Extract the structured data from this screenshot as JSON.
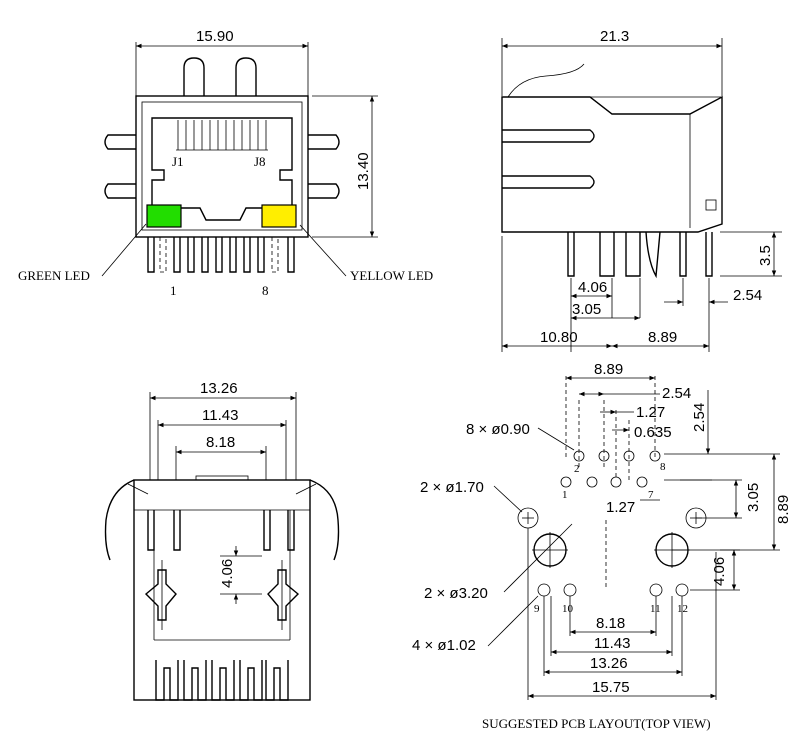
{
  "front_view": {
    "dim_width": "15.90",
    "dim_height": "13.40",
    "port_label_left": "J1",
    "port_label_right": "J8",
    "pin_left": "1",
    "pin_right": "8",
    "green_led_label": "GREEN LED",
    "yellow_led_label": "YELLOW LED",
    "green_led_color": "#22dd00",
    "yellow_led_color": "#ffee00"
  },
  "side_view": {
    "dim_length": "21.3",
    "dim_pin_height": "3.5",
    "dim_a": "4.06",
    "dim_b": "3.05",
    "dim_c": "2.54",
    "dim_d": "10.80",
    "dim_e": "8.89"
  },
  "bottom_view": {
    "dim_1": "13.26",
    "dim_2": "11.43",
    "dim_3": "8.18",
    "dim_4": "4.06"
  },
  "pcb_layout": {
    "dim_top": "8.89",
    "dim_254_h": "2.54",
    "dim_127_h": "1.27",
    "dim_0635": "0.635",
    "dim_254_v": "2.54",
    "dim_305": "3.05",
    "dim_889_v": "8.89",
    "dim_127_row": "1.27",
    "dim_406": "4.06",
    "dim_818": "8.18",
    "dim_1143": "11.43",
    "dim_1326": "13.26",
    "dim_1575": "15.75",
    "hole_label_1": "8 × ø0.90",
    "hole_label_2": "2 × ø1.70",
    "hole_label_3": "2 × ø3.20",
    "hole_label_4": "4 × ø1.02",
    "pin_nums": [
      "2",
      "8",
      "1",
      "7",
      "9",
      "10",
      "11",
      "12"
    ],
    "caption": "SUGGESTED PCB LAYOUT(TOP VIEW)"
  }
}
